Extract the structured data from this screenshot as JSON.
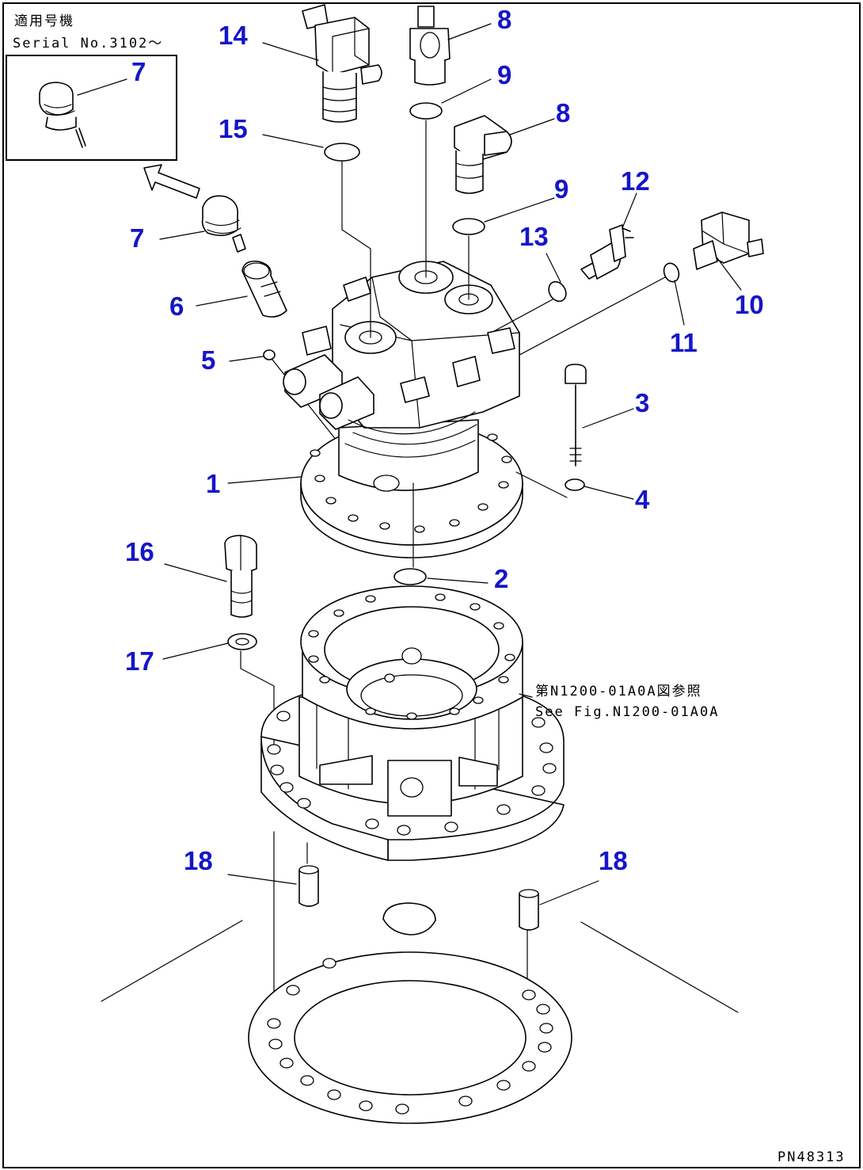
{
  "header": {
    "applicable_label": "適用号機",
    "serial_label": "Serial No.3102～"
  },
  "callouts": [
    {
      "id": "c7a",
      "number": "7"
    },
    {
      "id": "c14",
      "number": "14"
    },
    {
      "id": "c8a",
      "number": "8"
    },
    {
      "id": "c9a",
      "number": "9"
    },
    {
      "id": "c15",
      "number": "15"
    },
    {
      "id": "c8b",
      "number": "8"
    },
    {
      "id": "c9b",
      "number": "9"
    },
    {
      "id": "c12",
      "number": "12"
    },
    {
      "id": "c7b",
      "number": "7"
    },
    {
      "id": "c13",
      "number": "13"
    },
    {
      "id": "c6",
      "number": "6"
    },
    {
      "id": "c10",
      "number": "10"
    },
    {
      "id": "c5",
      "number": "5"
    },
    {
      "id": "c11",
      "number": "11"
    },
    {
      "id": "c3",
      "number": "3"
    },
    {
      "id": "c1",
      "number": "1"
    },
    {
      "id": "c4",
      "number": "4"
    },
    {
      "id": "c16",
      "number": "16"
    },
    {
      "id": "c2",
      "number": "2"
    },
    {
      "id": "c17",
      "number": "17"
    },
    {
      "id": "c18a",
      "number": "18"
    },
    {
      "id": "c18b",
      "number": "18"
    }
  ],
  "reference_note": {
    "line1": "第N1200-01A0A図参照",
    "line2": "See Fig.N1200-01A0A"
  },
  "drawing_code": "PN48313"
}
